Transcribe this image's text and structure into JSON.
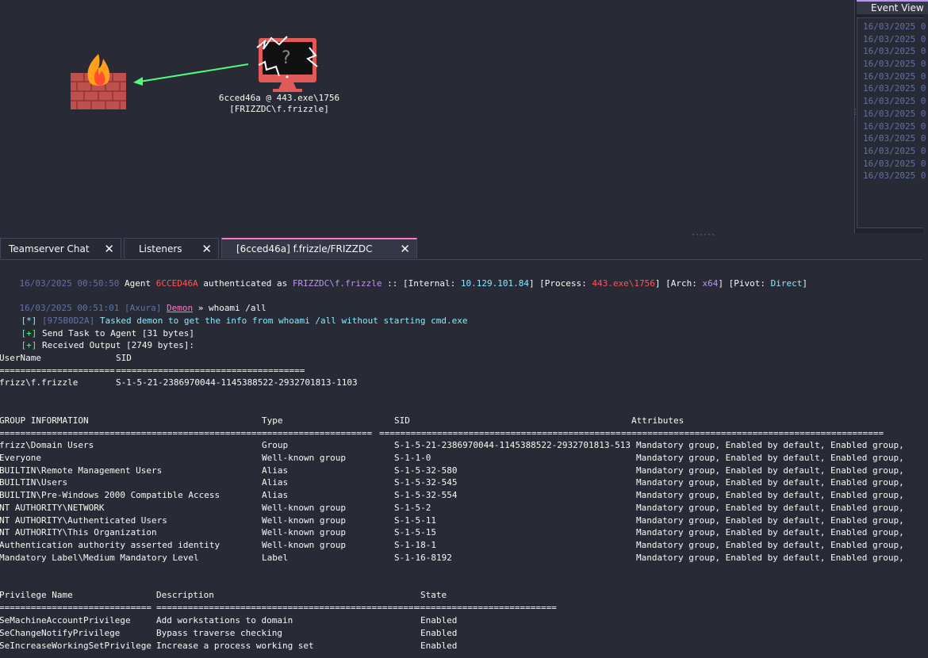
{
  "graph": {
    "agent_label_line1": "6cced46a @ 443.exe\\1756",
    "agent_label_line2": "[FRIZZDC\\f.frizzle]",
    "question_mark": "?"
  },
  "event_viewer": {
    "tab_label": "Event View",
    "lines": [
      "16/03/2025 0",
      "16/03/2025 0",
      "16/03/2025 0",
      "16/03/2025 0",
      "16/03/2025 0",
      "16/03/2025 0",
      "16/03/2025 0",
      "16/03/2025 0",
      "16/03/2025 0",
      "16/03/2025 0",
      "16/03/2025 0",
      "16/03/2025 0",
      "16/03/2025 0"
    ]
  },
  "tabs": [
    {
      "label": "Teamserver Chat",
      "close": "✕"
    },
    {
      "label": "Listeners",
      "close": "✕"
    },
    {
      "label": "[6cced46a] f.frizzle/FRIZZDC",
      "close": "✕"
    }
  ],
  "console": {
    "auth": {
      "time": "16/03/2025 00:50:50",
      "agent_word": " Agent ",
      "agent_id": "6CCED46A",
      "auth_as": " authenticated as ",
      "user": "FRIZZDC\\f.frizzle",
      "internal_prefix": " :: [Internal: ",
      "internal_ip": "10.129.101.84",
      "process_prefix": "] [Process: ",
      "process": "443.exe\\1756",
      "arch_prefix": "] [Arch: ",
      "arch": "x64",
      "pivot_prefix": "] [Pivot: ",
      "pivot": "Direct",
      "end": "]"
    },
    "cmd": {
      "time": "16/03/2025 00:51:01",
      "operator": " [Axura] ",
      "demon": "Demon",
      "arrow": " » whoami /all"
    },
    "task": {
      "prefix": "[*]",
      "id": " [975B0D2A] ",
      "text": "Tasked demon to get the info from whoami /all without starting cmd.exe"
    },
    "send": {
      "prefix": "[+]",
      "text": " Send Task to Agent [31 bytes]"
    },
    "recv": {
      "prefix": "[+]",
      "text": " Received Output [2749 bytes]:"
    },
    "user_table": {
      "headers": [
        "UserName",
        "SID"
      ],
      "sep": [
        "======================",
        "===================================="
      ],
      "row": [
        "frizz\\f.frizzle",
        "S-1-5-21-2386970044-1145388522-2932701813-1103"
      ]
    },
    "group_table": {
      "headers": [
        "GROUP INFORMATION",
        "Type",
        "SID",
        "Attributes"
      ],
      "sep": [
        "===================================================",
        "=====================",
        "==============================================",
        "=================================================="
      ],
      "rows": [
        [
          "frizz\\Domain Users",
          "Group",
          "S-1-5-21-2386970044-1145388522-2932701813-513",
          "Mandatory group, Enabled by default, Enabled group,"
        ],
        [
          "Everyone",
          "Well-known group",
          "S-1-1-0",
          "Mandatory group, Enabled by default, Enabled group,"
        ],
        [
          "BUILTIN\\Remote Management Users",
          "Alias",
          "S-1-5-32-580",
          "Mandatory group, Enabled by default, Enabled group,"
        ],
        [
          "BUILTIN\\Users",
          "Alias",
          "S-1-5-32-545",
          "Mandatory group, Enabled by default, Enabled group,"
        ],
        [
          "BUILTIN\\Pre-Windows 2000 Compatible Access",
          "Alias",
          "S-1-5-32-554",
          "Mandatory group, Enabled by default, Enabled group,"
        ],
        [
          "NT AUTHORITY\\NETWORK",
          "Well-known group",
          "S-1-5-2",
          "Mandatory group, Enabled by default, Enabled group,"
        ],
        [
          "NT AUTHORITY\\Authenticated Users",
          "Well-known group",
          "S-1-5-11",
          "Mandatory group, Enabled by default, Enabled group,"
        ],
        [
          "NT AUTHORITY\\This Organization",
          "Well-known group",
          "S-1-5-15",
          "Mandatory group, Enabled by default, Enabled group,"
        ],
        [
          "Authentication authority asserted identity",
          "Well-known group",
          "S-1-18-1",
          "Mandatory group, Enabled by default, Enabled group,"
        ],
        [
          "Mandatory Label\\Medium Mandatory Level",
          "Label",
          "S-1-16-8192",
          "Mandatory group, Enabled by default, Enabled group,"
        ]
      ]
    },
    "priv_table": {
      "headers": [
        "Privilege Name",
        "Description",
        "State"
      ],
      "sep": [
        "=============================",
        "==================================================",
        "==========================="
      ],
      "rows": [
        [
          "SeMachineAccountPrivilege",
          "Add workstations to domain",
          "Enabled"
        ],
        [
          "SeChangeNotifyPrivilege",
          "Bypass traverse checking",
          "Enabled"
        ],
        [
          "SeIncreaseWorkingSetPrivilege",
          "Increase a process working set",
          "Enabled"
        ]
      ]
    }
  },
  "colors": {
    "background": "#282a36",
    "accent_pink": "#ff79c6",
    "accent_purple": "#bd93f9",
    "red": "#ff5555",
    "cyan": "#8be9fd",
    "green": "#50fa7b",
    "comment": "#6272a4",
    "arrow": "#50fa7b"
  },
  "icons": {
    "firewall": "firewall-icon",
    "agent": "unknown-host-monitor-icon",
    "close": "close-icon"
  }
}
